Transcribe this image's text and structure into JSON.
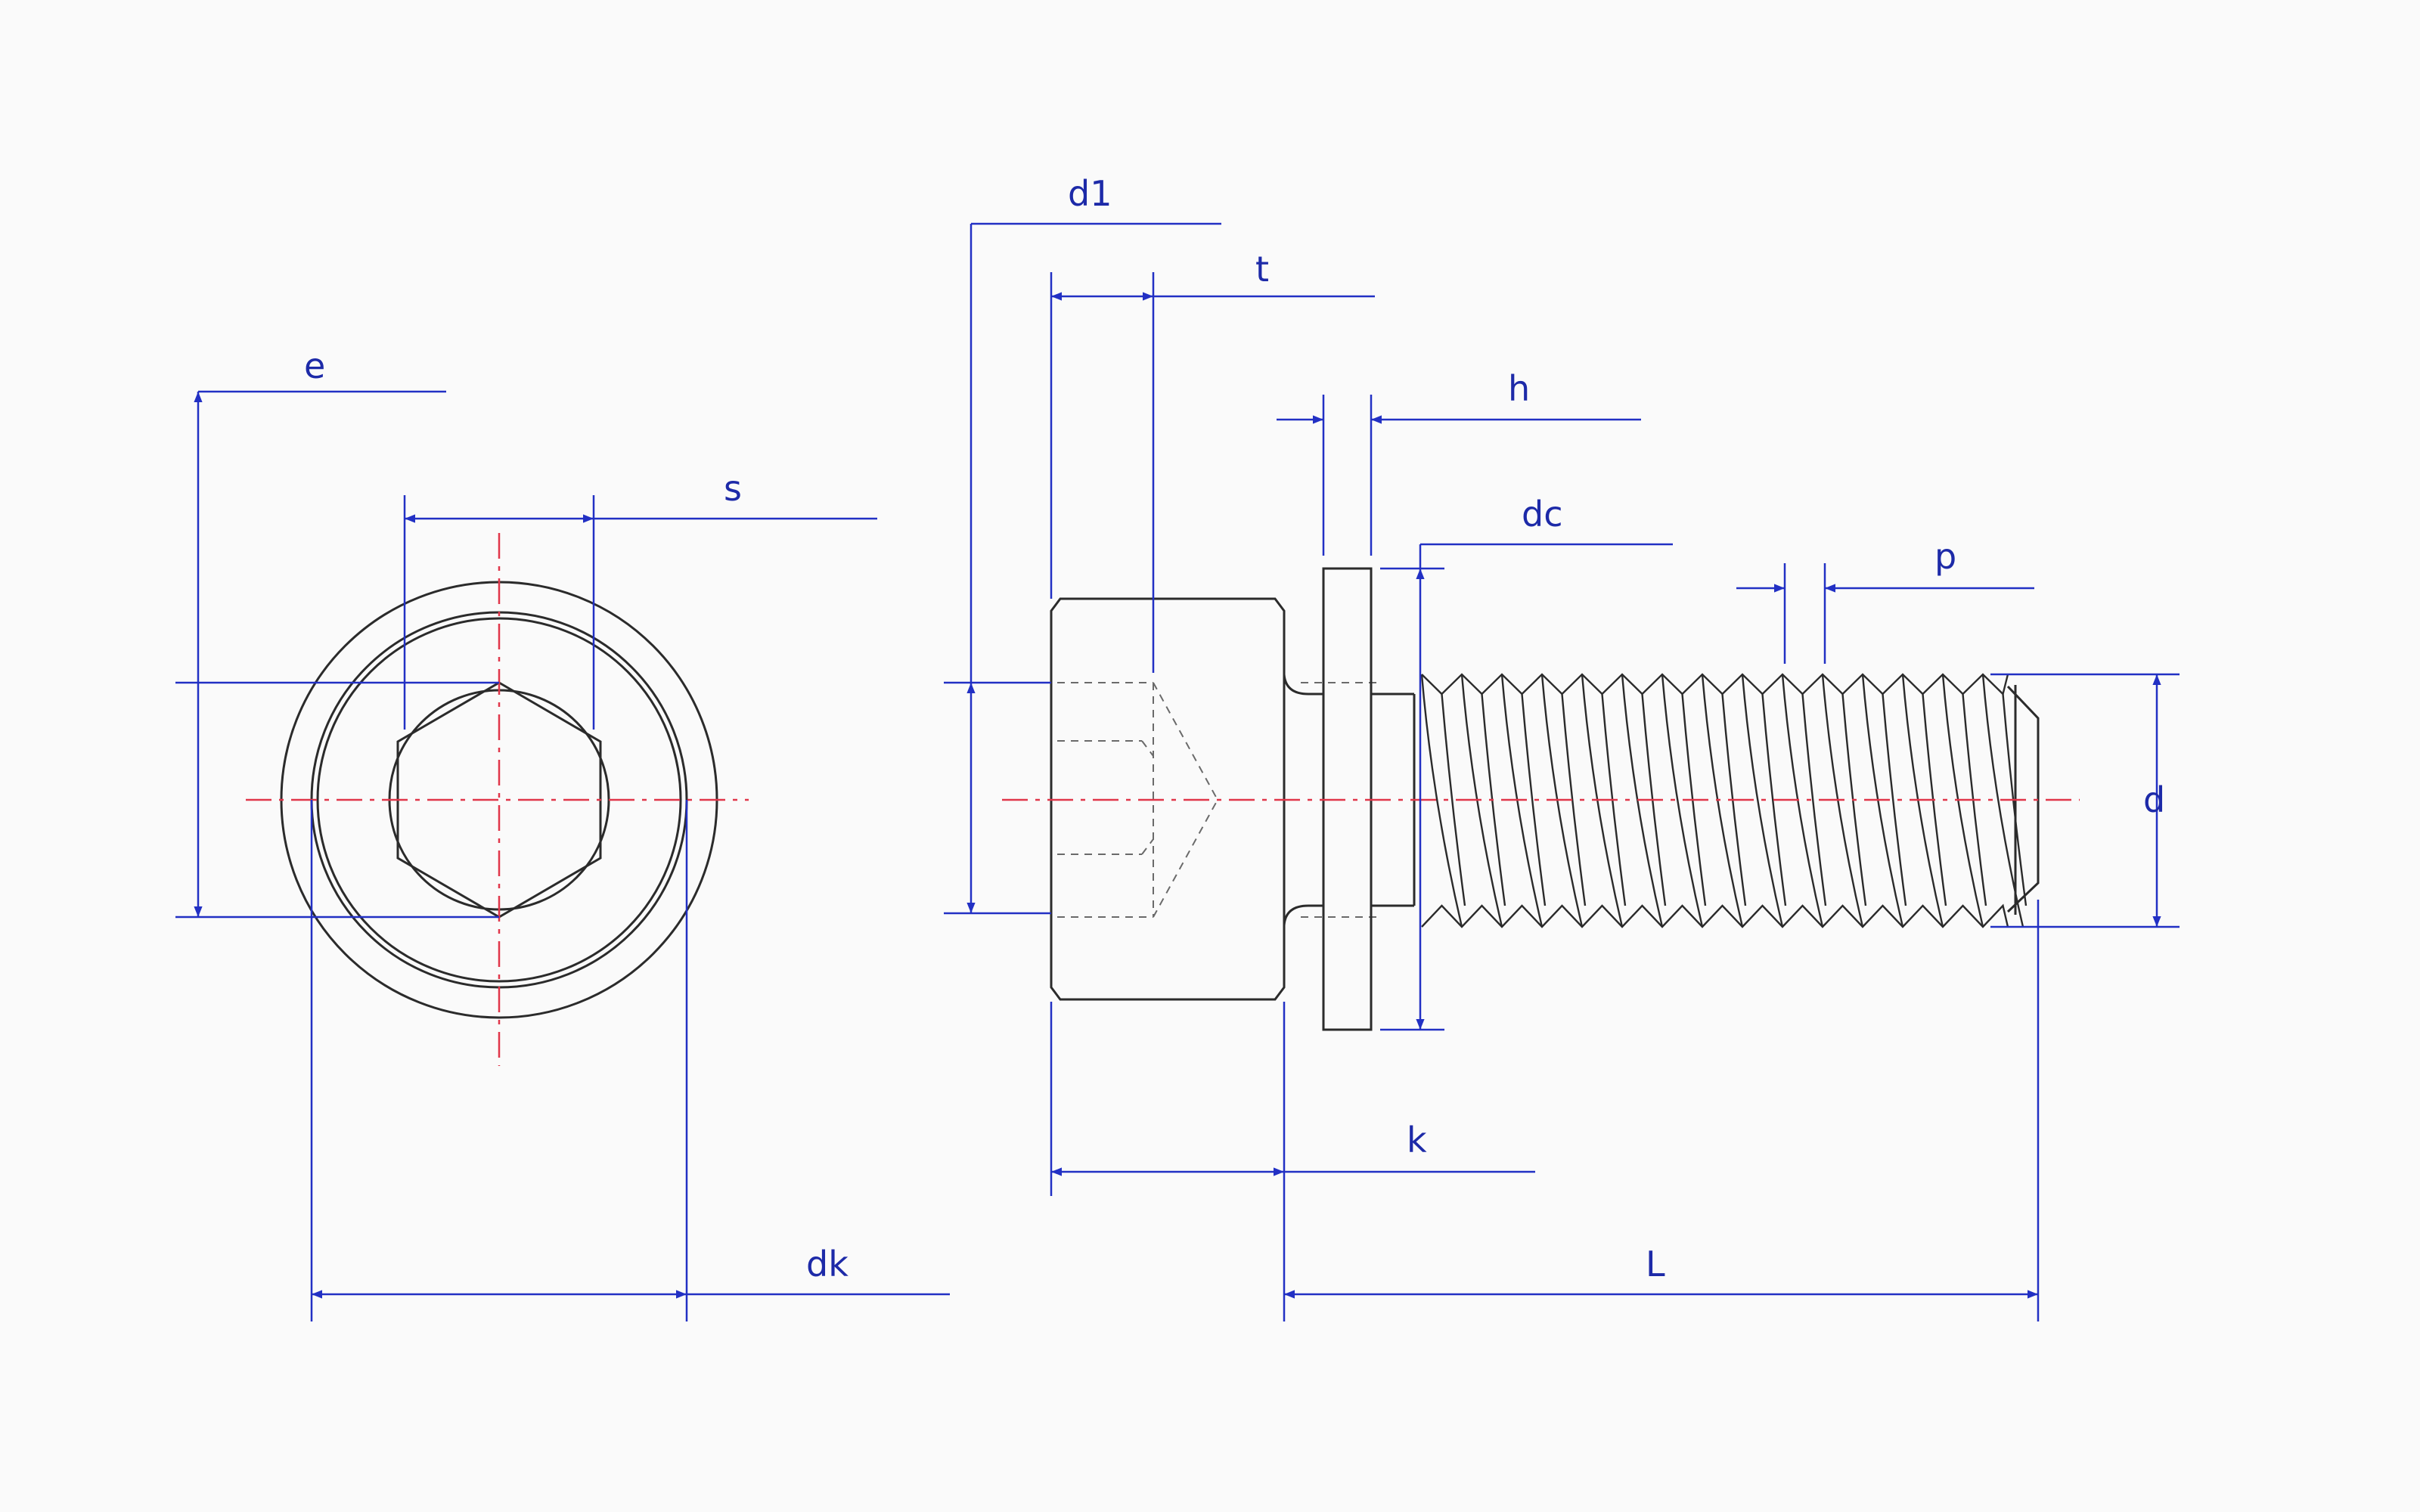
{
  "labels": {
    "e": "e",
    "s": "s",
    "dk": "dk",
    "d1": "d1",
    "t": "t",
    "h": "h",
    "dc": "dc",
    "p": "p",
    "d": "d",
    "k": "k",
    "L": "L"
  },
  "colors": {
    "dimension": "#2230c4",
    "centerline": "#e0364a",
    "object": "#2b2b2b",
    "background": "#fafafa"
  }
}
